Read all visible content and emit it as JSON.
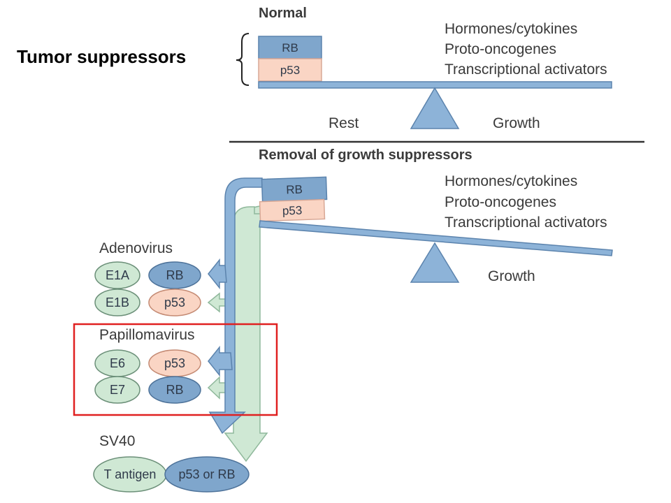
{
  "tumor_suppressors_label": "Tumor suppressors",
  "normal": {
    "heading": "Normal",
    "boxes": [
      "RB",
      "p53"
    ],
    "factors": [
      "Hormones/cytokines",
      "Proto-oncogenes",
      "Transcriptional activators"
    ],
    "left_label": "Rest",
    "right_label": "Growth"
  },
  "removal": {
    "heading": "Removal of growth suppressors",
    "boxes": [
      "RB",
      "p53"
    ],
    "factors": [
      "Hormones/cytokines",
      "Proto-oncogenes",
      "Transcriptional activators"
    ],
    "right_label": "Growth"
  },
  "viruses": {
    "adenovirus": {
      "name": "Adenovirus",
      "pairs": [
        [
          "E1A",
          "RB"
        ],
        [
          "E1B",
          "p53"
        ]
      ]
    },
    "papillomavirus": {
      "name": "Papillomavirus",
      "pairs": [
        [
          "E6",
          "p53"
        ],
        [
          "E7",
          "RB"
        ]
      ]
    },
    "sv40": {
      "name": "SV40",
      "pair": [
        "T antigen",
        "p53 or RB"
      ]
    }
  },
  "colors": {
    "rb_blue": "#7fa6cc",
    "p53_pink": "#fad5c4",
    "viral_green": "#cfe8d4",
    "highlight_red": "#e02020",
    "beam_blue": "#8db3d8"
  }
}
